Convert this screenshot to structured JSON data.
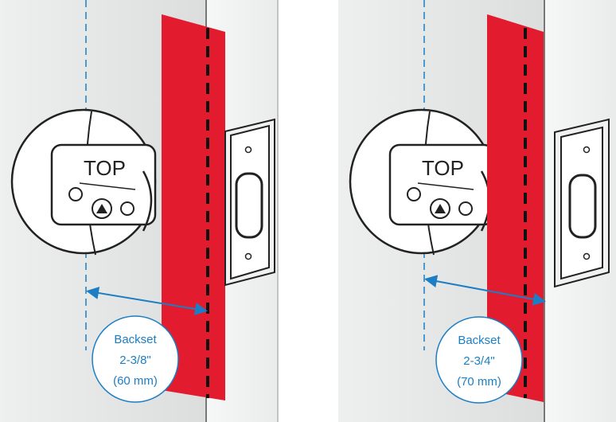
{
  "colors": {
    "accent": "#1c7ec4",
    "strike_zone": "#e31b2f",
    "door": "#e6e7e7",
    "edge": "#f3f3f3"
  },
  "panels": [
    {
      "id": "left",
      "top_label": "TOP",
      "callout": {
        "title": "Backset",
        "imperial": "2-3/8\"",
        "metric": "(60 mm)"
      }
    },
    {
      "id": "right",
      "top_label": "TOP",
      "callout": {
        "title": "Backset",
        "imperial": "2-3/4\"",
        "metric": "(70 mm)"
      }
    }
  ]
}
